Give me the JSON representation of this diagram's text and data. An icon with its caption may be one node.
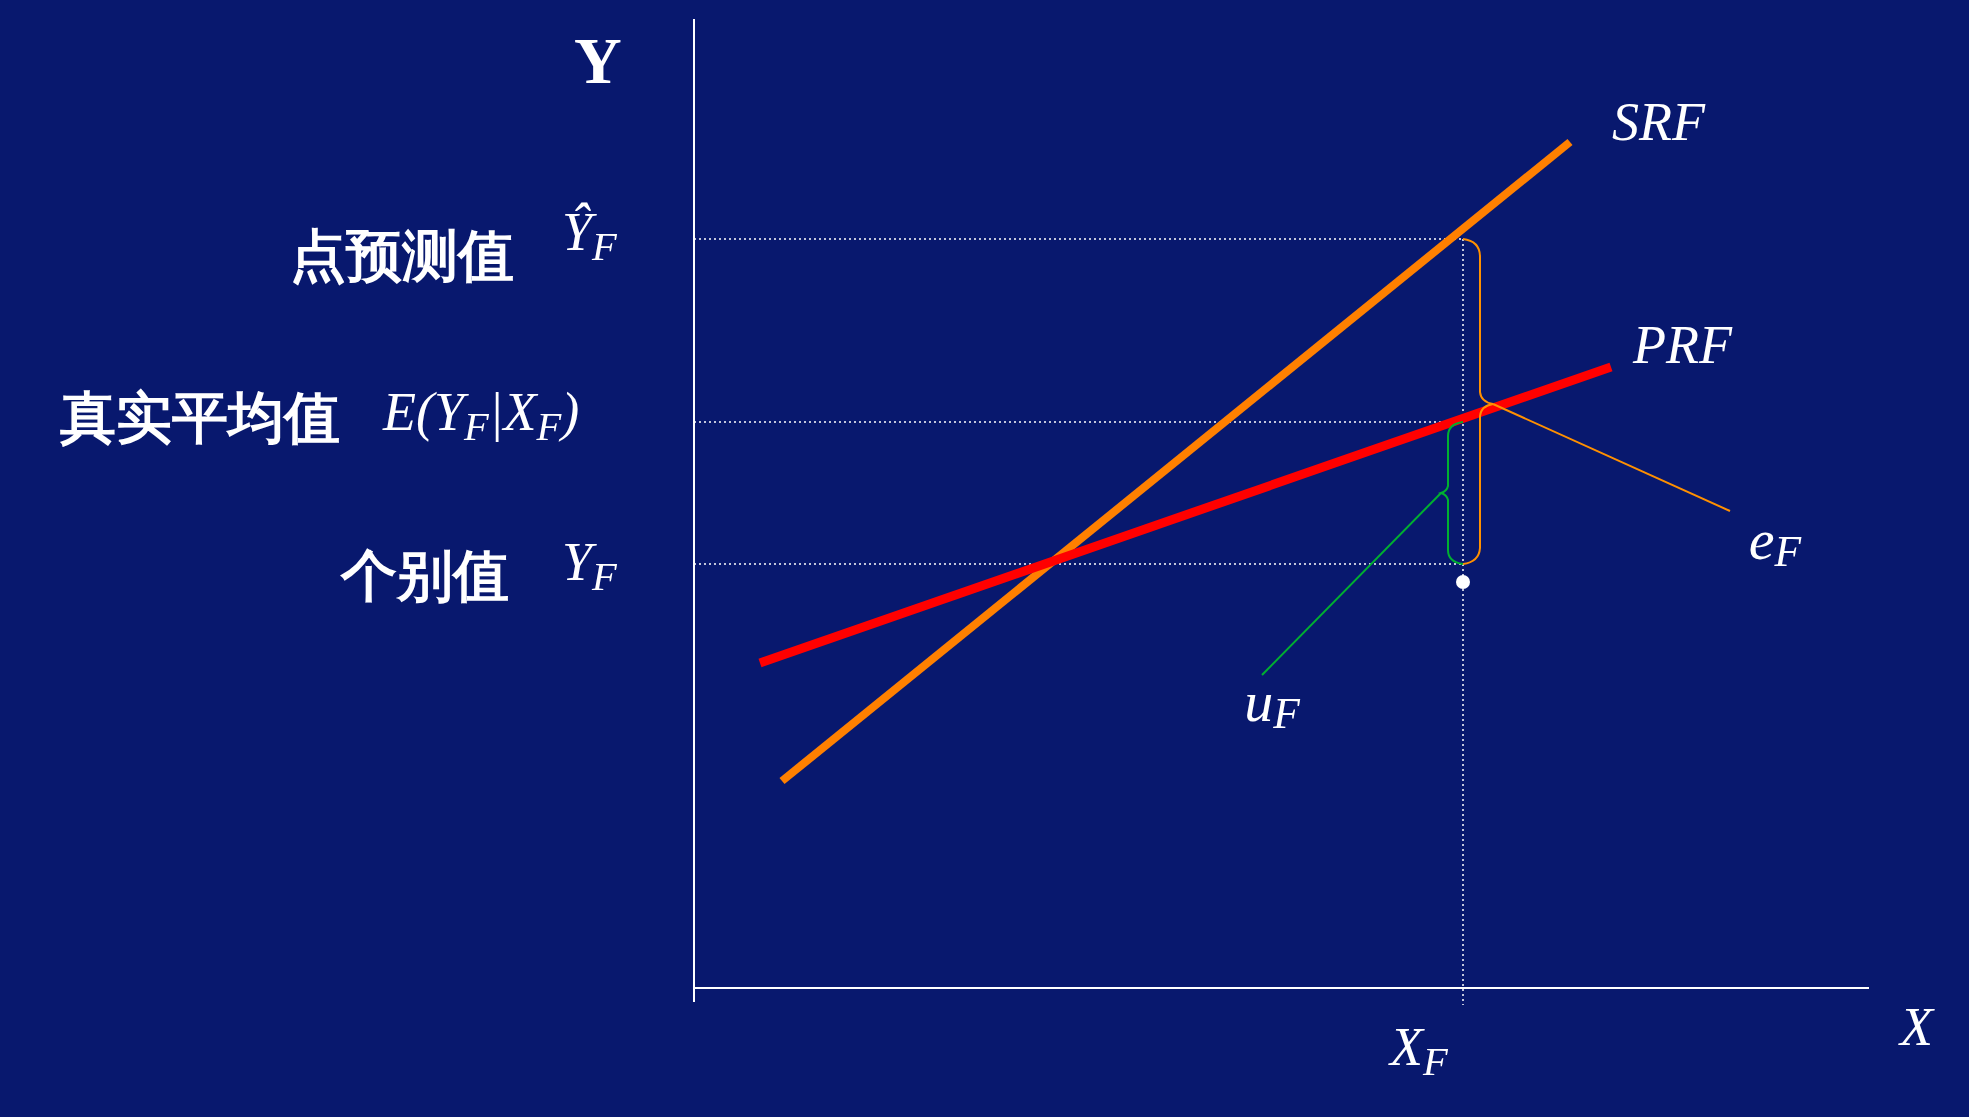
{
  "diagram": {
    "nodes": [
      {
        "text": [],
        "shape": "brace"
      },
      {
        "text": [],
        "shape": "brace"
      },
      {
        "text": [
          "e$_{F}$"
        ]
      },
      {
        "text": [
          "u$_{F}$"
        ]
      }
    ],
    "edges": [
      {
        "from": 2,
        "to": 0,
        "arrow": "none",
        "color": "#ff9000"
      },
      {
        "from": 3,
        "to": 1,
        "arrow": "none",
        "color": "#00b030"
      }
    ],
    "labels": [
      "Y",
      "Ŷ$_{F}$",
      "SRF",
      "点预测值",
      "PRF",
      "真实平均值",
      "E(Y$_{F}$|X$_{F}$)",
      "个别值",
      "Y$_{F}$",
      "X$_{F}$",
      "X"
    ]
  }
}
